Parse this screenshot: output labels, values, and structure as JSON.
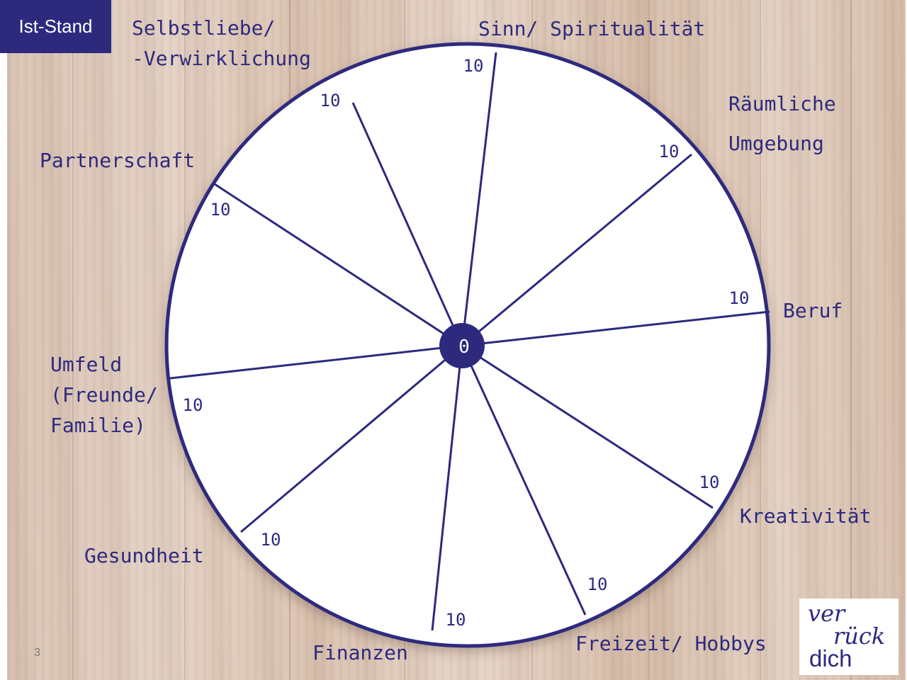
{
  "badge": "Ist-Stand",
  "page_number": "3",
  "logo": {
    "line1": "ver",
    "line2": "rück",
    "line3": "dich"
  },
  "center_value": "0",
  "colors": {
    "ink": "#2d2a7e",
    "wheel_fill": "#ffffff",
    "badge_bg": "#2d2a7e"
  },
  "segments": [
    {
      "label_lines": [
        "Sinn/ Spiritualität"
      ],
      "max": "10"
    },
    {
      "label_lines": [
        "Räumliche",
        "Umgebung"
      ],
      "max": "10"
    },
    {
      "label_lines": [
        "Beruf"
      ],
      "max": "10"
    },
    {
      "label_lines": [
        "Kreativität"
      ],
      "max": "10"
    },
    {
      "label_lines": [
        "Freizeit/ Hobbys"
      ],
      "max": "10"
    },
    {
      "label_lines": [
        "Finanzen"
      ],
      "max": "10"
    },
    {
      "label_lines": [
        "Gesundheit"
      ],
      "max": "10"
    },
    {
      "label_lines": [
        "Umfeld",
        "(Freunde/",
        "Familie)"
      ],
      "max": "10"
    },
    {
      "label_lines": [
        "Partnerschaft"
      ],
      "max": "10"
    },
    {
      "label_lines": [
        "Selbstliebe/",
        "-Verwirklichung"
      ],
      "max": "10"
    }
  ]
}
